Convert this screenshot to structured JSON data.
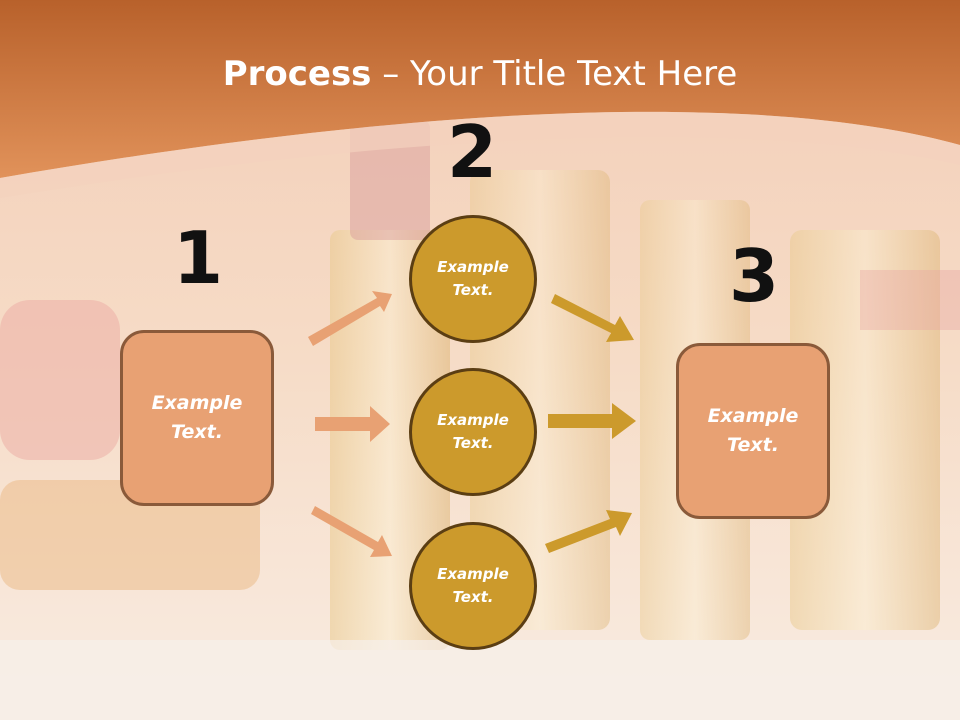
{
  "title": {
    "bold": "Process",
    "rest": " – Your Title Text Here"
  },
  "steps": [
    {
      "number": "1",
      "text": "Example Text."
    },
    {
      "number": "2",
      "items": [
        "Example Text.",
        "Example Text.",
        "Example Text."
      ]
    },
    {
      "number": "3",
      "text": "Example Text."
    }
  ],
  "colors": {
    "header": "#d9864a",
    "box_fill": "#e8a173",
    "box_border": "#8a5a3a",
    "circle_fill": "#cc9a2c",
    "circle_border": "#5b3e13",
    "arrow_light": "#e8a173",
    "arrow_dark": "#cc9a2c"
  }
}
